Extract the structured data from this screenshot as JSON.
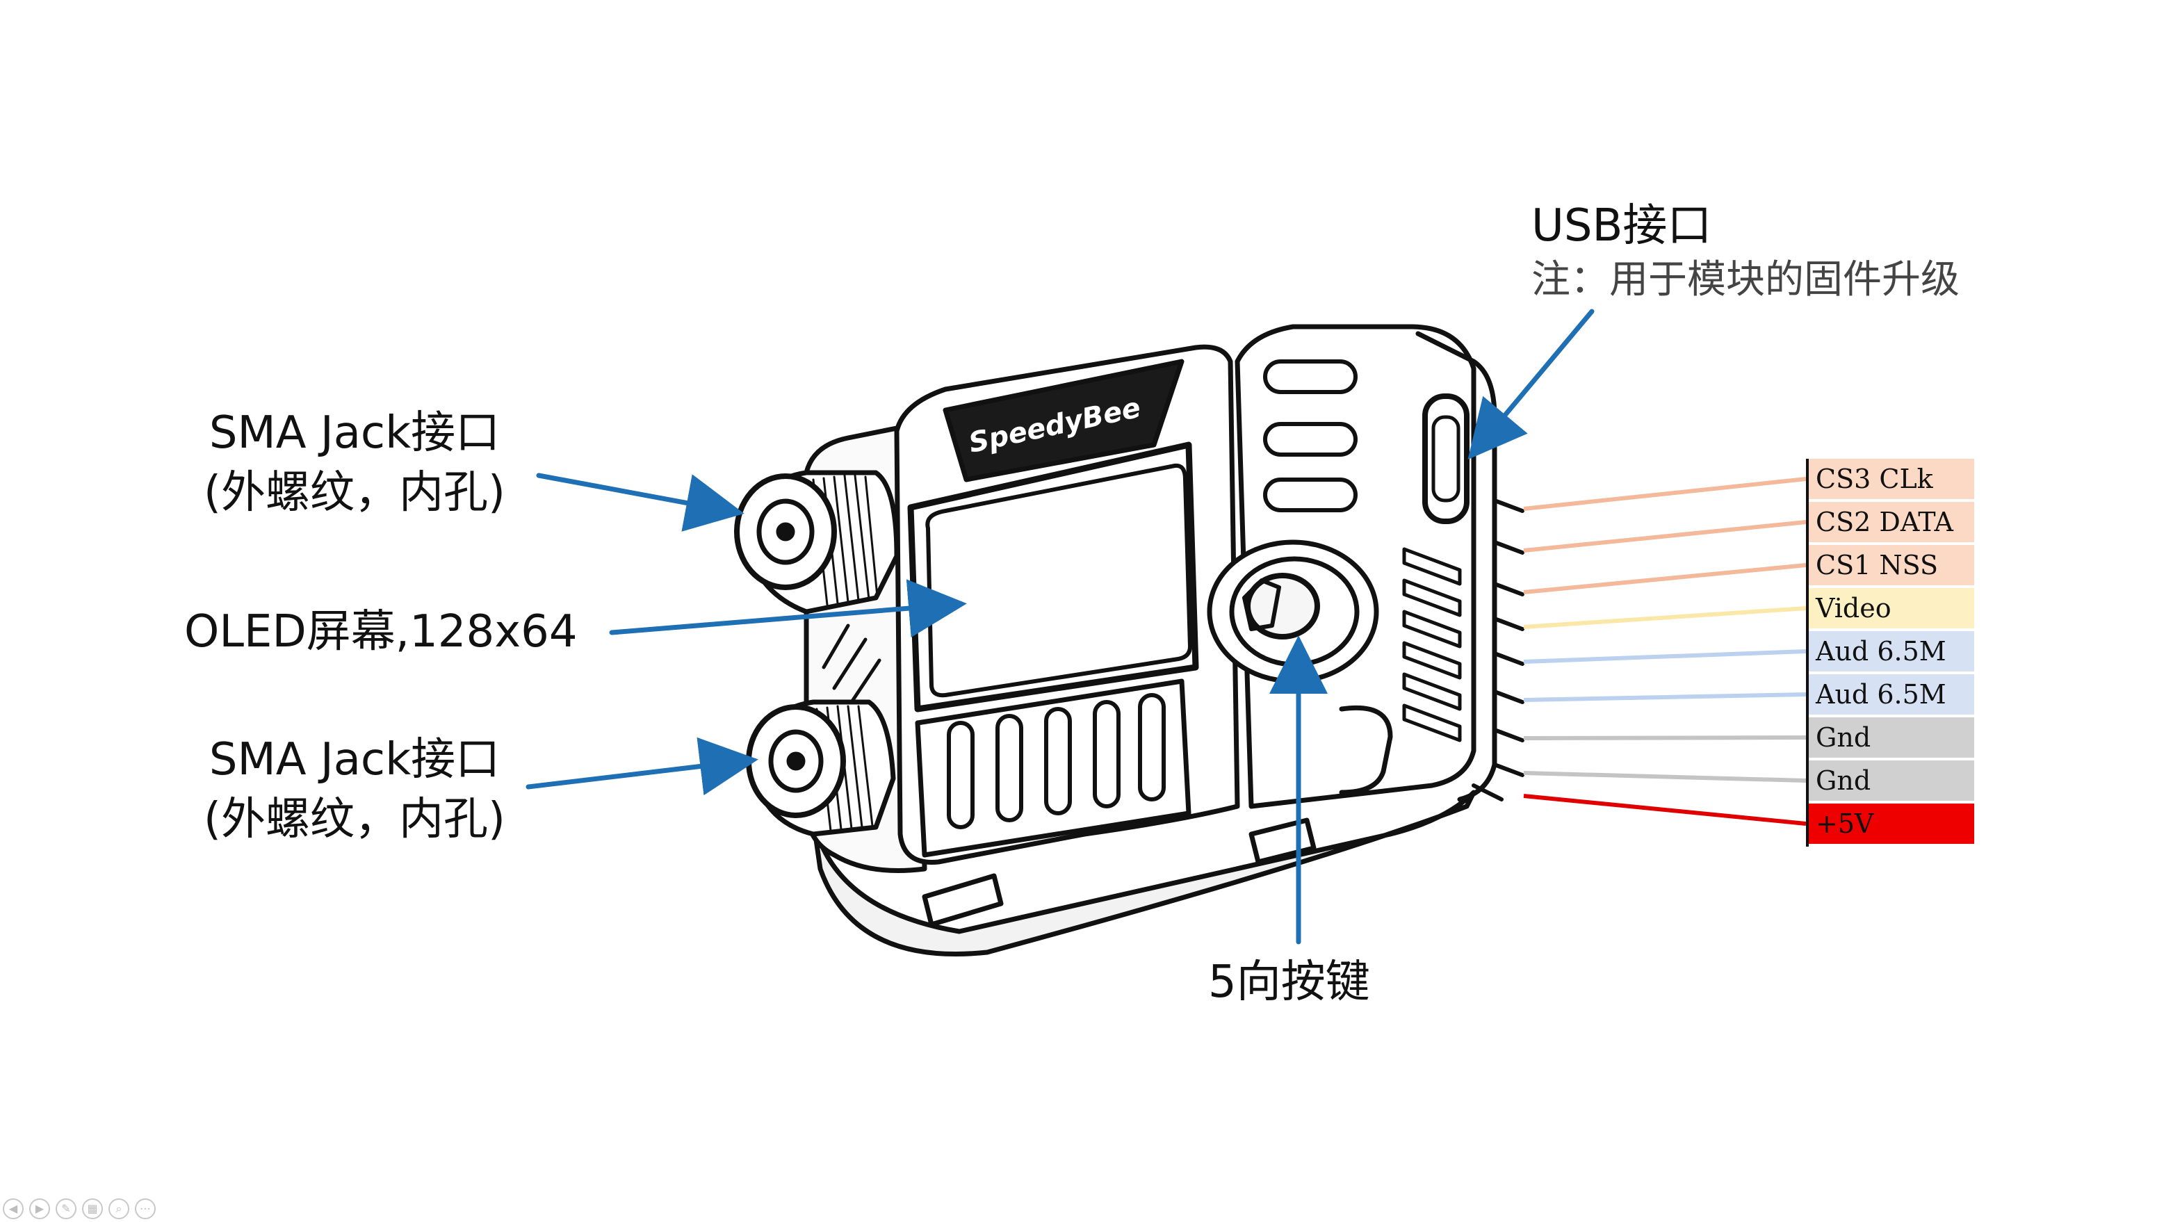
{
  "labels": {
    "usb_title": "USB接口",
    "usb_note": "注：用于模块的固件升级",
    "sma_top_line1": "SMA Jack接口",
    "sma_top_line2": "(外螺纹，内孔)",
    "oled": "OLED屏幕,128x64",
    "sma_bottom_line1": "SMA Jack接口",
    "sma_bottom_line2": "(外螺纹，内孔)",
    "button": "5向按键",
    "brand_logo": "SpeedyBee"
  },
  "pins": [
    {
      "label": "CS3 CLk",
      "color": "#fbd9c4",
      "wire": "#f4b89a"
    },
    {
      "label": "CS2 DATA",
      "color": "#fbd9c4",
      "wire": "#f4b89a"
    },
    {
      "label": "CS1 NSS",
      "color": "#fbd9c4",
      "wire": "#f4b89a"
    },
    {
      "label": "Video",
      "color": "#fdf0c2",
      "wire": "#fbe8a8"
    },
    {
      "label": "Aud 6.5M",
      "color": "#d6e2f4",
      "wire": "#bcd0ef"
    },
    {
      "label": "Aud 6.5M",
      "color": "#d6e2f4",
      "wire": "#bcd0ef"
    },
    {
      "label": "Gnd",
      "color": "#d0d0d0",
      "wire": "#c4c4c4"
    },
    {
      "label": "Gnd",
      "color": "#d0d0d0",
      "wire": "#c4c4c4"
    },
    {
      "label": "+5V",
      "color": "#ef0000",
      "wire": "#e00000"
    }
  ],
  "colors": {
    "arrow": "#1f6fb4",
    "outline": "#111111"
  },
  "toolbar": {
    "buttons": [
      {
        "icon": "prev-icon",
        "glyph": "◀"
      },
      {
        "icon": "next-icon",
        "glyph": "▶"
      },
      {
        "icon": "pen-icon",
        "glyph": "✎"
      },
      {
        "icon": "slides-icon",
        "glyph": "▦"
      },
      {
        "icon": "zoom-icon",
        "glyph": "⌕"
      },
      {
        "icon": "more-icon",
        "glyph": "⋯"
      }
    ]
  }
}
